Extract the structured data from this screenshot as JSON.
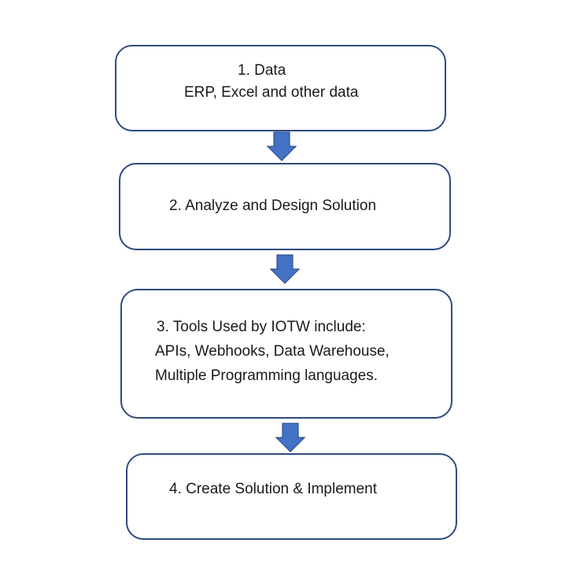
{
  "steps": [
    {
      "lines": [
        "1.  Data",
        "ERP, Excel and other data"
      ]
    },
    {
      "lines": [
        "2.  Analyze and Design Solution"
      ]
    },
    {
      "lines": [
        "3.  Tools Used by IOTW include:",
        "APIs, Webhooks, Data Warehouse,",
        "Multiple Programming languages."
      ]
    },
    {
      "lines": [
        "4.  Create Solution & Implement"
      ]
    }
  ],
  "colors": {
    "box_border": "#2f4a80",
    "arrow_fill": "#4472c4",
    "arrow_stroke": "#2f528f"
  },
  "icons": {
    "connector": "down-arrow-icon"
  }
}
